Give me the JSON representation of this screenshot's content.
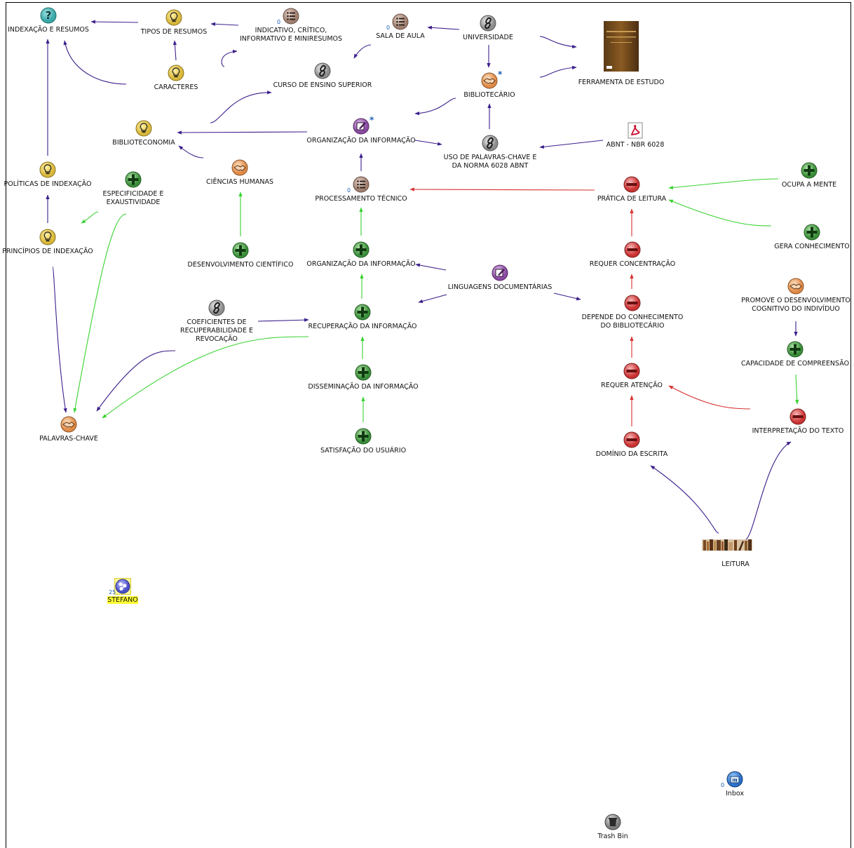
{
  "colors": {
    "link_purple": "#3d1f8c",
    "link_green": "#39d232",
    "link_red": "#d83030",
    "idea": "#d9b83a",
    "question": "#3aa7a8",
    "pro": "#3a8f3a",
    "con": "#cc3333"
  },
  "nodes": [
    {
      "id": "indexacao",
      "label": "INDEXAÇÃO E RESUMOS",
      "icon": "question-icon"
    },
    {
      "id": "tipos",
      "label": "TIPOS DE RESUMOS",
      "icon": "lightbulb-icon"
    },
    {
      "id": "indicativo",
      "label": "INDICATIVO, CRÍTICO,\nINFORMATIVO E MINIRESUMOS",
      "icon": "list-icon",
      "count": "0"
    },
    {
      "id": "sala",
      "label": "SALA DE AULA",
      "icon": "list-icon",
      "count": "0"
    },
    {
      "id": "universidade",
      "label": "UNIVERSIDADE",
      "icon": "link-icon"
    },
    {
      "id": "ferramenta",
      "label": "FERRAMENTA DE ESTUDO",
      "icon": "book-cover-image"
    },
    {
      "id": "caracteres",
      "label": "CARACTERES",
      "icon": "lightbulb-icon"
    },
    {
      "id": "curso",
      "label": "CURSO DE ENSINO SUPERIOR",
      "icon": "link-icon"
    },
    {
      "id": "bibliotecario",
      "label": "BIBLIOTECÁRIO",
      "icon": "handshake-icon",
      "star": "*"
    },
    {
      "id": "biblioteconomia",
      "label": "BIBLIOTECONOMIA",
      "icon": "lightbulb-icon"
    },
    {
      "id": "org1",
      "label": "ORGANIZAÇÃO DA INFORMAÇÃO",
      "icon": "pencil-icon",
      "star": "*"
    },
    {
      "id": "uso",
      "label": "USO DE PALAVRAS-CHAVE E\nDA NORMA 6028 ABNT",
      "icon": "link-icon"
    },
    {
      "id": "abnt",
      "label": "ABNT - NBR 6028",
      "icon": "pdf-icon"
    },
    {
      "id": "politicas",
      "label": "POLÍTICAS DE INDEXAÇÃO",
      "icon": "lightbulb-icon"
    },
    {
      "id": "especificidade",
      "label": "ESPECIFICIDADE E\nEXAUSTIVIDADE",
      "icon": "plus-icon"
    },
    {
      "id": "ciencias",
      "label": "CIÊNCIAS HUMANAS",
      "icon": "handshake-icon"
    },
    {
      "id": "processamento",
      "label": "PROCESSAMENTO TÉCNICO",
      "icon": "list-icon",
      "count": "0"
    },
    {
      "id": "pratica",
      "label": "PRÁTICA DE LEITURA",
      "icon": "minus-icon"
    },
    {
      "id": "ocupa",
      "label": "OCUPA A MENTE",
      "icon": "plus-icon"
    },
    {
      "id": "principios",
      "label": "PRINCÍPIOS DE INDEXAÇÃO",
      "icon": "lightbulb-icon"
    },
    {
      "id": "gera",
      "label": "GERA CONHECIMENTO",
      "icon": "plus-icon"
    },
    {
      "id": "desenvolvimento",
      "label": "DESENVOLVIMENTO CIENTÍFICO",
      "icon": "plus-icon"
    },
    {
      "id": "org2",
      "label": "ORGANIZAÇÃO DA INFORMAÇÃO",
      "icon": "plus-icon"
    },
    {
      "id": "requer_conc",
      "label": "REQUER CONCENTRAÇÃO",
      "icon": "minus-icon"
    },
    {
      "id": "linguagens",
      "label": "LINGUAGENS DOCUMENTÁRIAS",
      "icon": "pencil-icon"
    },
    {
      "id": "promove",
      "label": "PROMOVE O DESENVOLVIMENTO\nCOGNITIVO DO INDIVÍDUO",
      "icon": "handshake-icon"
    },
    {
      "id": "coeficientes",
      "label": "COEFICIENTES DE\nRECUPERABILIDADE E\nREVOCAÇÃO",
      "icon": "link-icon"
    },
    {
      "id": "recuperacao",
      "label": "RECUPERAÇÃO DA INFORMAÇÃO",
      "icon": "plus-icon"
    },
    {
      "id": "depende",
      "label": "DEPENDE DO CONHECIMENTO\nDO BIBLIOTECÁRIO",
      "icon": "minus-icon"
    },
    {
      "id": "capacidade",
      "label": "CAPACIDADE DE COMPREENSÃO",
      "icon": "plus-icon"
    },
    {
      "id": "disseminacao",
      "label": "DISSEMINAÇÃO DA INFORMAÇÃO",
      "icon": "plus-icon"
    },
    {
      "id": "requer_at",
      "label": "REQUER ATENÇÃO",
      "icon": "minus-icon"
    },
    {
      "id": "interpretacao",
      "label": "INTERPRETAÇÃO DO TEXTO",
      "icon": "minus-icon"
    },
    {
      "id": "palavras",
      "label": "PALAVRAS-CHAVE",
      "icon": "handshake-icon"
    },
    {
      "id": "satisfacao",
      "label": "SATISFAÇÃO DO USUÁRIO",
      "icon": "plus-icon"
    },
    {
      "id": "dominio",
      "label": "DOMÍNIO DA ESCRITA",
      "icon": "minus-icon"
    },
    {
      "id": "leitura",
      "label": "LEITURA",
      "icon": "books-image"
    },
    {
      "id": "stefano",
      "label": "STEFANO",
      "icon": "map-icon",
      "count": "25",
      "highlight": true
    },
    {
      "id": "inbox",
      "label": "Inbox",
      "icon": "inbox-icon",
      "count": "0"
    },
    {
      "id": "trash",
      "label": "Trash Bin",
      "icon": "trash-icon"
    }
  ],
  "links": [
    {
      "from": "tipos",
      "to": "indexacao",
      "type": "purple"
    },
    {
      "from": "indicativo",
      "to": "tipos",
      "type": "purple"
    },
    {
      "from": "caracteres",
      "to": "tipos",
      "type": "purple"
    },
    {
      "from": "caracteres",
      "to": "indicativo",
      "type": "purple"
    },
    {
      "from": "universidade",
      "to": "sala",
      "type": "purple"
    },
    {
      "from": "sala",
      "to": "curso",
      "type": "purple"
    },
    {
      "from": "universidade",
      "to": "ferramenta",
      "type": "purple"
    },
    {
      "from": "universidade",
      "to": "bibliotecario",
      "type": "purple"
    },
    {
      "from": "bibliotecario",
      "to": "ferramenta",
      "type": "purple"
    },
    {
      "from": "bibliotecario",
      "to": "org1",
      "type": "purple"
    },
    {
      "from": "uso",
      "to": "bibliotecario",
      "type": "purple"
    },
    {
      "from": "abnt",
      "to": "uso",
      "type": "purple"
    },
    {
      "from": "org1",
      "to": "uso",
      "type": "purple"
    },
    {
      "from": "org1",
      "to": "biblioteconomia",
      "type": "purple"
    },
    {
      "from": "biblioteconomia",
      "to": "curso",
      "type": "purple"
    },
    {
      "from": "biblioteconomia",
      "to": "indexacao",
      "type": "purple"
    },
    {
      "from": "ciencias",
      "to": "biblioteconomia",
      "type": "purple"
    },
    {
      "from": "politicas",
      "to": "indexacao",
      "type": "purple"
    },
    {
      "from": "principios",
      "to": "politicas",
      "type": "purple"
    },
    {
      "from": "principios",
      "to": "palavras",
      "type": "purple"
    },
    {
      "from": "processamento",
      "to": "org1",
      "type": "purple"
    },
    {
      "from": "linguagens",
      "to": "org2",
      "type": "purple"
    },
    {
      "from": "linguagens",
      "to": "recuperacao",
      "type": "purple"
    },
    {
      "from": "linguagens",
      "to": "depende",
      "type": "purple"
    },
    {
      "from": "coeficientes",
      "to": "recuperacao",
      "type": "purple"
    },
    {
      "from": "coeficientes",
      "to": "palavras",
      "type": "purple"
    },
    {
      "from": "promove",
      "to": "capacidade",
      "type": "purple"
    },
    {
      "from": "leitura",
      "to": "dominio",
      "type": "purple"
    },
    {
      "from": "leitura",
      "to": "interpretacao",
      "type": "purple"
    },
    {
      "from": "especificidade",
      "to": "principios",
      "type": "green"
    },
    {
      "from": "especificidade",
      "to": "palavras",
      "type": "green"
    },
    {
      "from": "recuperacao",
      "to": "palavras",
      "type": "green"
    },
    {
      "from": "desenvolvimento",
      "to": "ciencias",
      "type": "green"
    },
    {
      "from": "org2",
      "to": "processamento",
      "type": "green"
    },
    {
      "from": "recuperacao",
      "to": "org2",
      "type": "green"
    },
    {
      "from": "disseminacao",
      "to": "recuperacao",
      "type": "green"
    },
    {
      "from": "satisfacao",
      "to": "disseminacao",
      "type": "green"
    },
    {
      "from": "ocupa",
      "to": "pratica",
      "type": "green"
    },
    {
      "from": "gera",
      "to": "pratica",
      "type": "green"
    },
    {
      "from": "capacidade",
      "to": "interpretacao",
      "type": "green"
    },
    {
      "from": "pratica",
      "to": "processamento",
      "type": "red"
    },
    {
      "from": "requer_conc",
      "to": "pratica",
      "type": "red"
    },
    {
      "from": "depende",
      "to": "requer_conc",
      "type": "red"
    },
    {
      "from": "requer_at",
      "to": "depende",
      "type": "red"
    },
    {
      "from": "dominio",
      "to": "requer_at",
      "type": "red"
    },
    {
      "from": "interpretacao",
      "to": "requer_at",
      "type": "red"
    }
  ]
}
